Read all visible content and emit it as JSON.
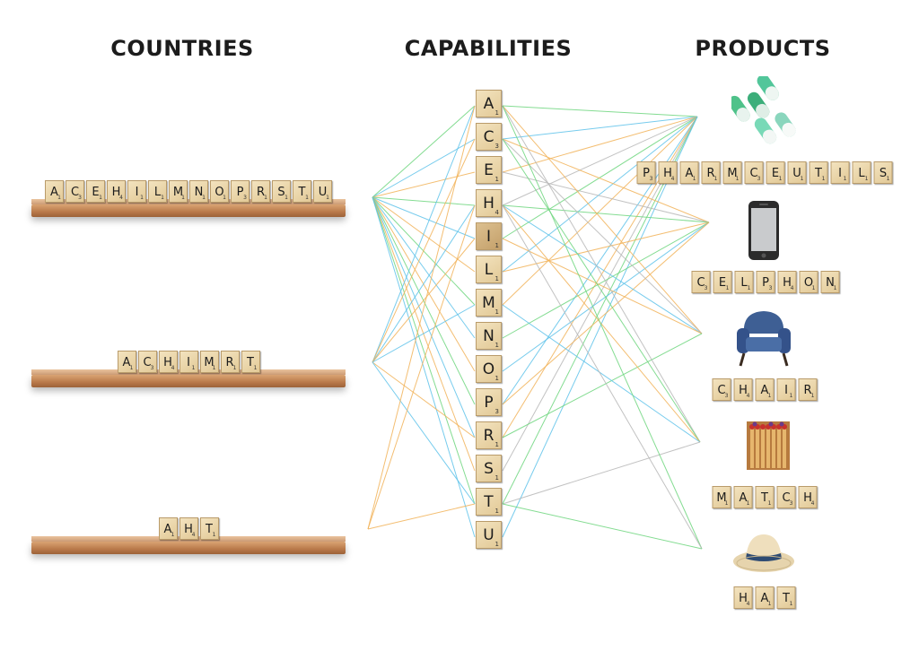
{
  "headings": {
    "countries": "COUNTRIES",
    "capabilities": "CAPABILITIES",
    "products": "PRODUCTS"
  },
  "countries": [
    {
      "tiles": [
        [
          "A",
          "1"
        ],
        [
          "C",
          "3"
        ],
        [
          "E",
          "1"
        ],
        [
          "H",
          "4"
        ],
        [
          "I",
          "1"
        ],
        [
          "L",
          "1"
        ],
        [
          "M",
          "1"
        ],
        [
          "N",
          "1"
        ],
        [
          "O",
          "1"
        ],
        [
          "P",
          "3"
        ],
        [
          "R",
          "1"
        ],
        [
          "S",
          "1"
        ],
        [
          "T",
          "1"
        ],
        [
          "U",
          "1"
        ]
      ]
    },
    {
      "tiles": [
        [
          "A",
          "1"
        ],
        [
          "C",
          "3"
        ],
        [
          "H",
          "4"
        ],
        [
          "I",
          "1"
        ],
        [
          "M",
          "1"
        ],
        [
          "R",
          "1"
        ],
        [
          "T",
          "1"
        ]
      ]
    },
    {
      "tiles": [
        [
          "A",
          "1"
        ],
        [
          "H",
          "4"
        ],
        [
          "T",
          "1"
        ]
      ]
    }
  ],
  "capabilities": [
    [
      "A",
      "1"
    ],
    [
      "C",
      "3"
    ],
    [
      "E",
      "1"
    ],
    [
      "H",
      "4"
    ],
    [
      "I",
      "1"
    ],
    [
      "L",
      "1"
    ],
    [
      "M",
      "1"
    ],
    [
      "N",
      "1"
    ],
    [
      "O",
      "1"
    ],
    [
      "P",
      "3"
    ],
    [
      "R",
      "1"
    ],
    [
      "S",
      "1"
    ],
    [
      "T",
      "1"
    ],
    [
      "U",
      "1"
    ]
  ],
  "products": [
    {
      "icon": "pills-icon",
      "tiles": [
        [
          "P",
          "3"
        ],
        [
          "H",
          "4"
        ],
        [
          "A",
          "1"
        ],
        [
          "R",
          "1"
        ],
        [
          "M",
          "1"
        ],
        [
          "C",
          "3"
        ],
        [
          "E",
          "1"
        ],
        [
          "U",
          "1"
        ],
        [
          "T",
          "1"
        ],
        [
          "I",
          "1"
        ],
        [
          "L",
          "1"
        ],
        [
          "S",
          "1"
        ]
      ]
    },
    {
      "icon": "cellphone-icon",
      "tiles": [
        [
          "C",
          "3"
        ],
        [
          "E",
          "1"
        ],
        [
          "L",
          "1"
        ],
        [
          "P",
          "3"
        ],
        [
          "H",
          "4"
        ],
        [
          "O",
          "1"
        ],
        [
          "N",
          "1"
        ]
      ]
    },
    {
      "icon": "armchair-icon",
      "tiles": [
        [
          "C",
          "3"
        ],
        [
          "H",
          "4"
        ],
        [
          "A",
          "1"
        ],
        [
          "I",
          "1"
        ],
        [
          "R",
          "1"
        ]
      ]
    },
    {
      "icon": "matchbox-icon",
      "tiles": [
        [
          "M",
          "1"
        ],
        [
          "A",
          "1"
        ],
        [
          "T",
          "1"
        ],
        [
          "C",
          "3"
        ],
        [
          "H",
          "4"
        ]
      ]
    },
    {
      "icon": "hat-icon",
      "tiles": [
        [
          "H",
          "4"
        ],
        [
          "A",
          "1"
        ],
        [
          "T",
          "1"
        ]
      ]
    }
  ],
  "colors": {
    "green": "#6fd67f",
    "blue": "#5fc3ea",
    "orange": "#f2b35a",
    "gray": "#b8b8b8",
    "tile": "#ebd6a9"
  }
}
